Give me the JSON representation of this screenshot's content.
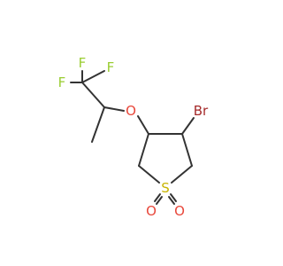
{
  "molecule": {
    "atoms": {
      "F1": {
        "symbol": "F",
        "color": "#9acd32"
      },
      "F2": {
        "symbol": "F",
        "color": "#9acd32"
      },
      "F3": {
        "symbol": "F",
        "color": "#9acd32"
      },
      "O_ether": {
        "symbol": "O",
        "color": "#e8473a"
      },
      "Br": {
        "symbol": "Br",
        "color": "#a52a2a"
      },
      "S": {
        "symbol": "S",
        "color": "#c8b400"
      },
      "O_sulfonyl_1": {
        "symbol": "O",
        "color": "#e8473a"
      },
      "O_sulfonyl_2": {
        "symbol": "O",
        "color": "#e8473a"
      }
    },
    "bond_color": "#333333"
  }
}
